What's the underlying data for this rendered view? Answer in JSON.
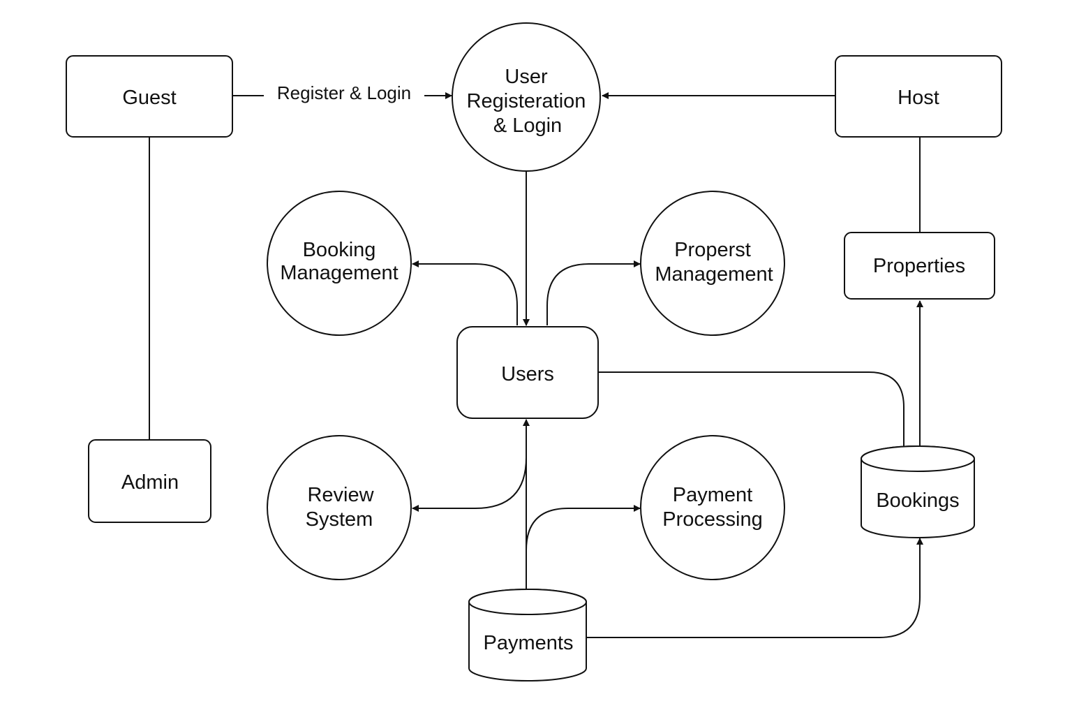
{
  "diagram": {
    "entities": {
      "guest": "Guest",
      "host": "Host",
      "admin": "Admin",
      "users": "Users",
      "properties": "Properties"
    },
    "processes": {
      "registration": [
        "User",
        "Registeration",
        "& Login"
      ],
      "booking_management": [
        "Booking",
        "Management"
      ],
      "property_management": [
        "Properst",
        "Management"
      ],
      "review_system": [
        "Review",
        "System"
      ],
      "payment_processing": [
        "Payment",
        "Processing"
      ]
    },
    "data_stores": {
      "bookings": "Bookings",
      "payments": "Payments"
    },
    "edge_labels": {
      "guest_to_registration": "Register & Login"
    },
    "colors": {
      "stroke": "#111111",
      "fill": "#ffffff",
      "text": "#111111"
    }
  }
}
